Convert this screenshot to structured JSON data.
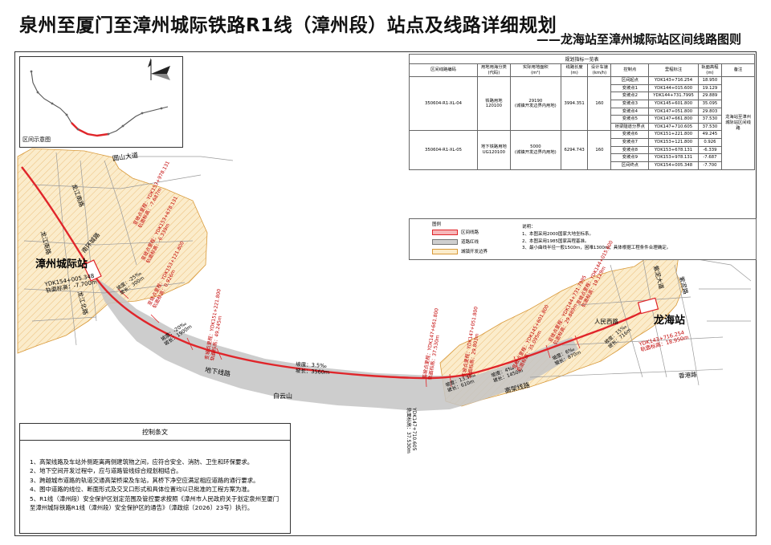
{
  "title": "泉州至厦门至漳州城际铁路R1线（漳州段）站点及线路详细规划",
  "subtitle": "——龙海站至漳州城际站区间线路图则",
  "inset_label": "区间示意图",
  "colors": {
    "route": "#e0252a",
    "terrain": "#b9b9b9",
    "redline": "#777777",
    "zone": "#f2cd86"
  },
  "specs": {
    "caption": "规划指标一览表",
    "headers": [
      "区间线路编码",
      "用地用海分类\n(代码)",
      "实际用地面积\n(m²)",
      "线路长度\n(m)",
      "设计车速\n(km/h)",
      "控制点",
      "里程标注",
      "轨面高程\n(m)",
      "备注"
    ],
    "groups": [
      {
        "code": "350604-R1-XL-04",
        "landuse": "铁路用地\n120100",
        "area": "29190\n(城镇开发边界内用地)",
        "length": "3994.351",
        "speed": "160",
        "rows": [
          [
            "区间起点",
            "YDK143+716.254",
            "18.950"
          ],
          [
            "变坡点1",
            "YDK144+015.600",
            "19.129"
          ],
          [
            "变坡点2",
            "YDK144+731.7995",
            "29.889"
          ],
          [
            "变坡点3",
            "YDK145+601.800",
            "35.095"
          ],
          [
            "变坡点4",
            "YDK147+051.800",
            "29.803"
          ],
          [
            "变坡点5",
            "YDK147+661.800",
            "37.530"
          ],
          [
            "桥梁隧道分界点",
            "YDK147+710.605",
            "37.530"
          ]
        ]
      },
      {
        "code": "350604-R1-XL-05",
        "landuse": "地下铁路用地\nUG120100",
        "area": "5000\n(城镇开发边界内用地)",
        "length": "6294.743",
        "speed": "160",
        "rows": [
          [
            "变坡点6",
            "YDK151+221.800",
            "49.245"
          ],
          [
            "变坡点7",
            "YDK153+121.800",
            "0.926"
          ],
          [
            "变坡点8",
            "YDK153+678.131",
            "-6.339"
          ],
          [
            "变坡点9",
            "YDK153+978.131",
            "-7.687"
          ],
          [
            "区间终点",
            "YDK154+005.348",
            "-7.700"
          ]
        ]
      }
    ],
    "remark": "龙海站至漳州城际站区间线路"
  },
  "legend": {
    "title": "图例",
    "items": [
      "区间线路",
      "道路红线",
      "城镇开发边界"
    ],
    "notes_title": "说明：",
    "notes": [
      "1、本图采用2000国家大地坐标系。",
      "2、本图采用1985国家高程基准。",
      "3、最小曲线半径一般1500m，困难1300m；具体根据工程条件合理确定。"
    ]
  },
  "control": {
    "title": "控制条文",
    "items": [
      "1、高架线路及车站外侧距离两侧建筑物之间，应符合安全、消防、卫生和环保要求。",
      "2、地下空间开发过程中，应与道路管线综合规划相结合。",
      "3、跨越城市道路的轨道交通高架桥梁及车站，其桥下净空应满足相应道路的通行要求。",
      "4、图中道路的线位、断面形式及交叉口形式和具体位置均以已批准的工程方案为准。",
      "5、R1线（漳州段）安全保护区划定范围及管控要求按照《漳州市人民政府关于划定泉州至厦门至漳州城际铁路R1线（漳州段）安全保护区的通告》（漳政综〔2026〕23号）执行。"
    ]
  },
  "map_labels": {
    "station_west": "漳州城际站",
    "station_east": "龙海站",
    "roads": [
      "圆山大道",
      "龙江南路",
      "南环城路",
      "龙江北路",
      "地下线路",
      "白云山",
      "高架线路",
      "人民西路",
      "紫泥路",
      "紫泥大道",
      "蓉港路"
    ],
    "mileage_end": "YDK154+005.348",
    "elev_end": "轨面标高：-7.700m",
    "mileage_start": "YDK143+716.254",
    "elev_start": "轨面标高：18.950m",
    "grade1": "坡度：3.5‰",
    "len1": "坡长：3560m",
    "grade2": "坡度：-20‰",
    "len2": "坡长：1900m",
    "grade3": "坡度：13.5‰",
    "len3": "坡长：610m",
    "grade4": "坡度：4‰",
    "len4": "坡长：1450m",
    "grade5": "坡度：6‰",
    "len5": "坡长：870m",
    "grade6": "坡度：15‰",
    "len6": "坡长：716m",
    "grade7": "坡度：-25‰",
    "len7": "坡长：300m",
    "tunnel_mark": "YDK147+710.605",
    "tunnel_elev": "轨面标高：37.530m",
    "vp": [
      "变坡点里程：YDK144+015.600",
      "变坡点里程：YDK144+731.7995",
      "变坡点里程：YDK145+601.800",
      "变坡点里程：YDK147+051.800",
      "变坡点里程：YDK147+661.800",
      "变坡点里程：YDK151+221.800",
      "变坡点里程：YDK153+121.800",
      "变坡点里程：YDK153+678.131",
      "变坡点里程：YDK153+978.131"
    ],
    "vpe": [
      "轨面标高：19.129m",
      "轨面标高：29.889m",
      "轨面标高：35.095m",
      "轨面标高：29.803m",
      "轨面标高：37.530m",
      "轨面标高：49.245m",
      "轨面标高：0.926m",
      "轨面标高：-6.339m",
      "轨面标高：-7.687m"
    ]
  }
}
